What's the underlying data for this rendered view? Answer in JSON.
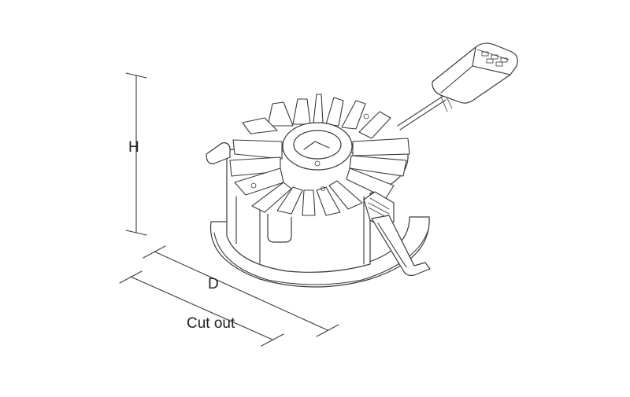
{
  "diagram": {
    "labels": {
      "height": "H",
      "depth": "D",
      "cutout": "Cut out"
    },
    "colors": {
      "line": "#3a3a3a",
      "text": "#222222",
      "background": "#ffffff"
    }
  }
}
